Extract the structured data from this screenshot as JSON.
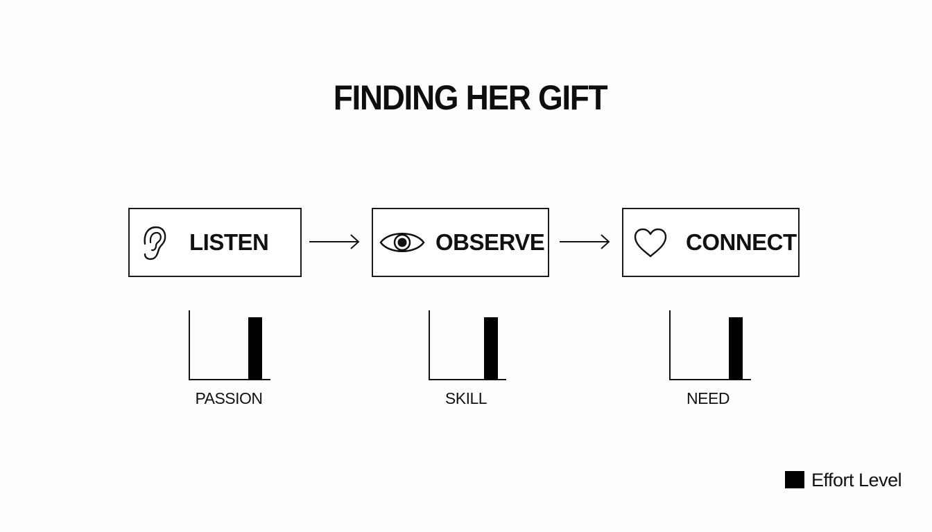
{
  "title": "FINDING HER GIFT",
  "steps": [
    {
      "label": "LISTEN",
      "icon": "ear-icon"
    },
    {
      "label": "OBSERVE",
      "icon": "eye-icon"
    },
    {
      "label": "CONNECT",
      "icon": "heart-icon"
    }
  ],
  "bars": [
    {
      "label": "PASSION",
      "value": 0.9
    },
    {
      "label": "SKILL",
      "value": 0.9
    },
    {
      "label": "NEED",
      "value": 0.9
    }
  ],
  "legend": {
    "label": "Effort Level",
    "color": "#000000"
  },
  "colors": {
    "ink": "#111111",
    "background": "#fdfdfd"
  }
}
